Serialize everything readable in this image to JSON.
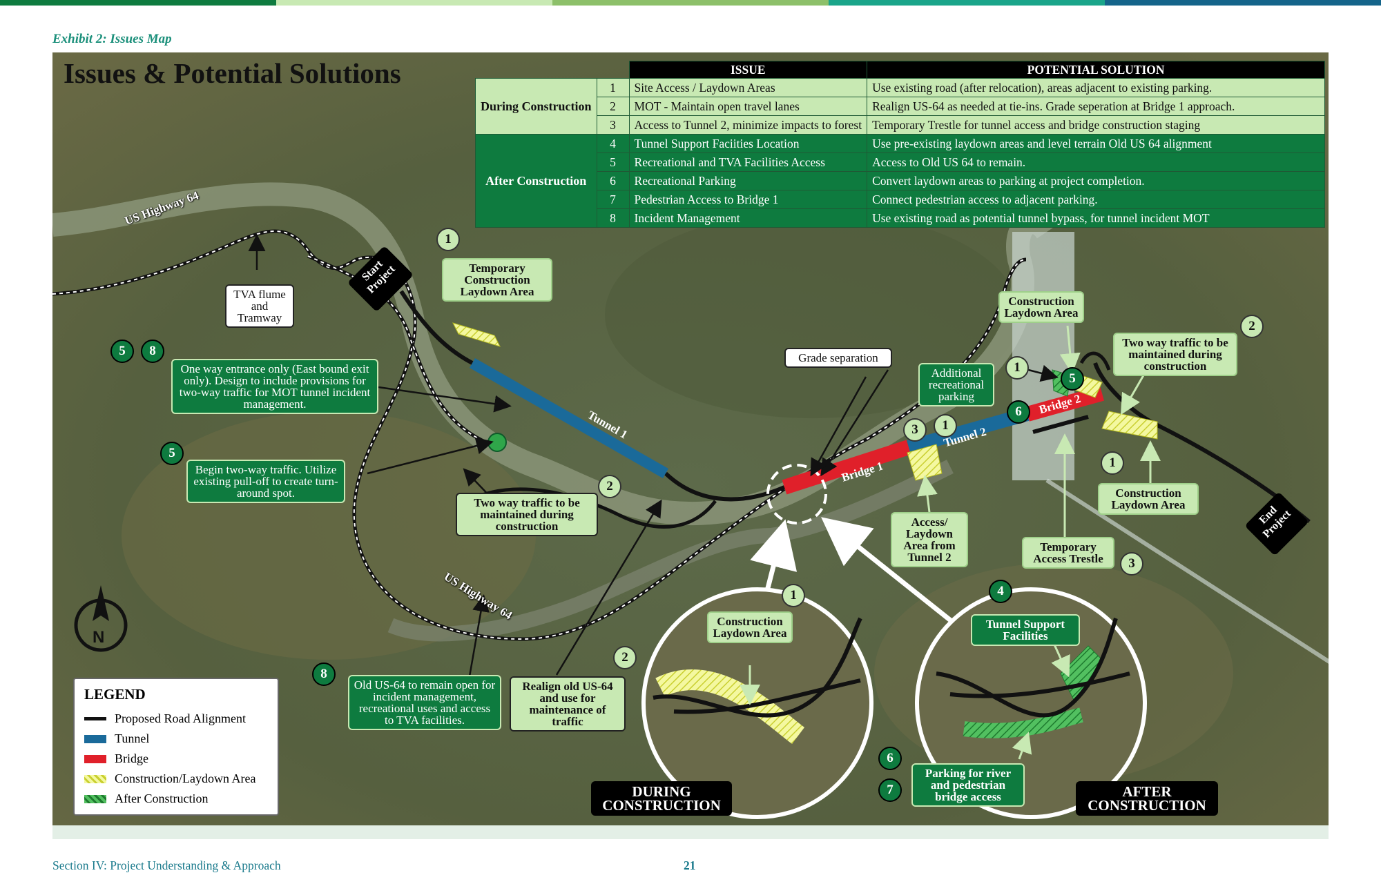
{
  "colors": {
    "tunnel": "#1a6a9a",
    "bridge": "#e0202a",
    "laydown": "#e8f060",
    "after": "#3fb04f",
    "dark_green": "#0e7b3f",
    "light_green": "#c8e9b3"
  },
  "exhibit": "Exhibit 2: Issues Map",
  "title": "Issues & Potential Solutions",
  "table": {
    "headers": [
      "ISSUE",
      "POTENTIAL SOLUTION"
    ],
    "groups": [
      {
        "label": "During Construction",
        "rows": [
          {
            "num": "1",
            "issue": "Site Access / Laydown Areas",
            "solution": "Use existing road (after relocation), areas adjacent to existing parking."
          },
          {
            "num": "2",
            "issue": "MOT - Maintain open travel lanes",
            "solution": "Realign US-64 as needed at tie-ins. Grade seperation at Bridge 1 approach."
          },
          {
            "num": "3",
            "issue": "Access to Tunnel 2, minimize impacts to forest",
            "solution": "Temporary Trestle for tunnel access and bridge construction staging"
          }
        ]
      },
      {
        "label": "After Construction",
        "rows": [
          {
            "num": "4",
            "issue": "Tunnel Support Faciities Location",
            "solution": "Use pre-existing  laydown areas and level terrain Old US 64 alignment"
          },
          {
            "num": "5",
            "issue": "Recreational and TVA Facilities Access",
            "solution": "Access to Old US 64 to remain."
          },
          {
            "num": "6",
            "issue": "Recreational Parking",
            "solution": "Convert laydown areas to parking at project completion."
          },
          {
            "num": "7",
            "issue": "Pedestrian Access to Bridge 1",
            "solution": "Connect pedestrian access to adjacent parking."
          },
          {
            "num": "8",
            "issue": "Incident Management",
            "solution": "Use existing road as potential tunnel bypass, for tunnel incident MOT"
          }
        ]
      }
    ]
  },
  "map": {
    "road_labels": {
      "us64_top": "US Highway 64",
      "us64_bottom": "US Highway 64"
    },
    "segments": {
      "tunnel1": "Tunnel 1",
      "tunnel2": "Tunnel 2",
      "bridge1": "Bridge 1",
      "bridge2": "Bridge 2"
    },
    "start": "Start Project",
    "end": "End Project",
    "callouts": {
      "tva": "TVA flume and Tramway",
      "temp_laydown": "Temporary Construction Laydown Area",
      "one_way": "One way entrance only (East bound exit only). Design to include provisions for two-way traffic for MOT tunnel incident management.",
      "two_way_begin": "Begin two-way traffic. Utilize existing pull-off to create turn-around spot.",
      "two_way_maint": "Two way traffic to be maintained during construction",
      "grade_sep": "Grade separation",
      "add_parking": "Additional recreational parking",
      "cons_laydown_top": "Construction Laydown Area",
      "two_way_right": "Two way traffic to be maintained during construction",
      "access_laydown": "Access/ Laydown Area from Tunnel 2",
      "temp_trestle": "Temporary Access Trestle",
      "cons_laydown_right": "Construction Laydown Area",
      "old_us64": "Old US-64 to remain open for incident management, recreational uses and access to TVA facilities.",
      "realign": "Realign old US-64 and use for maintenance of traffic",
      "inset_laydown": "Construction Laydown Area",
      "tunnel_support": "Tunnel Support Facilities",
      "parking_river": "Parking for river and pedestrian bridge access",
      "during": "DURING CONSTRUCTION",
      "after": "AFTER CONSTRUCTION"
    },
    "badges": [
      "1",
      "5",
      "8",
      "5",
      "2",
      "1",
      "3",
      "1",
      "6",
      "5",
      "2",
      "1",
      "3",
      "1",
      "2",
      "8",
      "4",
      "6",
      "7"
    ],
    "north": "N"
  },
  "legend": {
    "title": "LEGEND",
    "items": [
      "Proposed Road Alignment",
      "Tunnel",
      "Bridge",
      "Construction/Laydown Area",
      "After Construction"
    ]
  },
  "footer": {
    "section": "Section IV: Project Understanding & Approach",
    "page": "21"
  }
}
